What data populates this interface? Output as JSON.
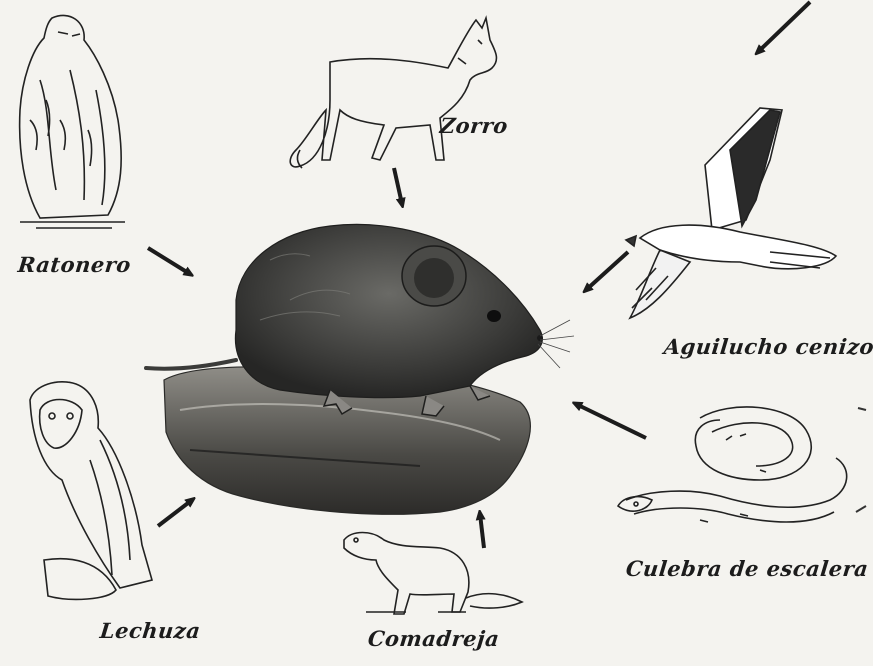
{
  "labels": {
    "zorro": "Zorro",
    "ratonero": "Ratonero",
    "aguilucho": "Aguilucho cenizo",
    "lechuza": "Lechuza",
    "comadreja": "Comadreja",
    "culebra": "Culebra de escalera"
  },
  "colors": {
    "paper": "#f4f3ef",
    "ink": "#1c1c1c",
    "mouse_fur": "#3d3d3b",
    "rock": "#5b5a56"
  }
}
